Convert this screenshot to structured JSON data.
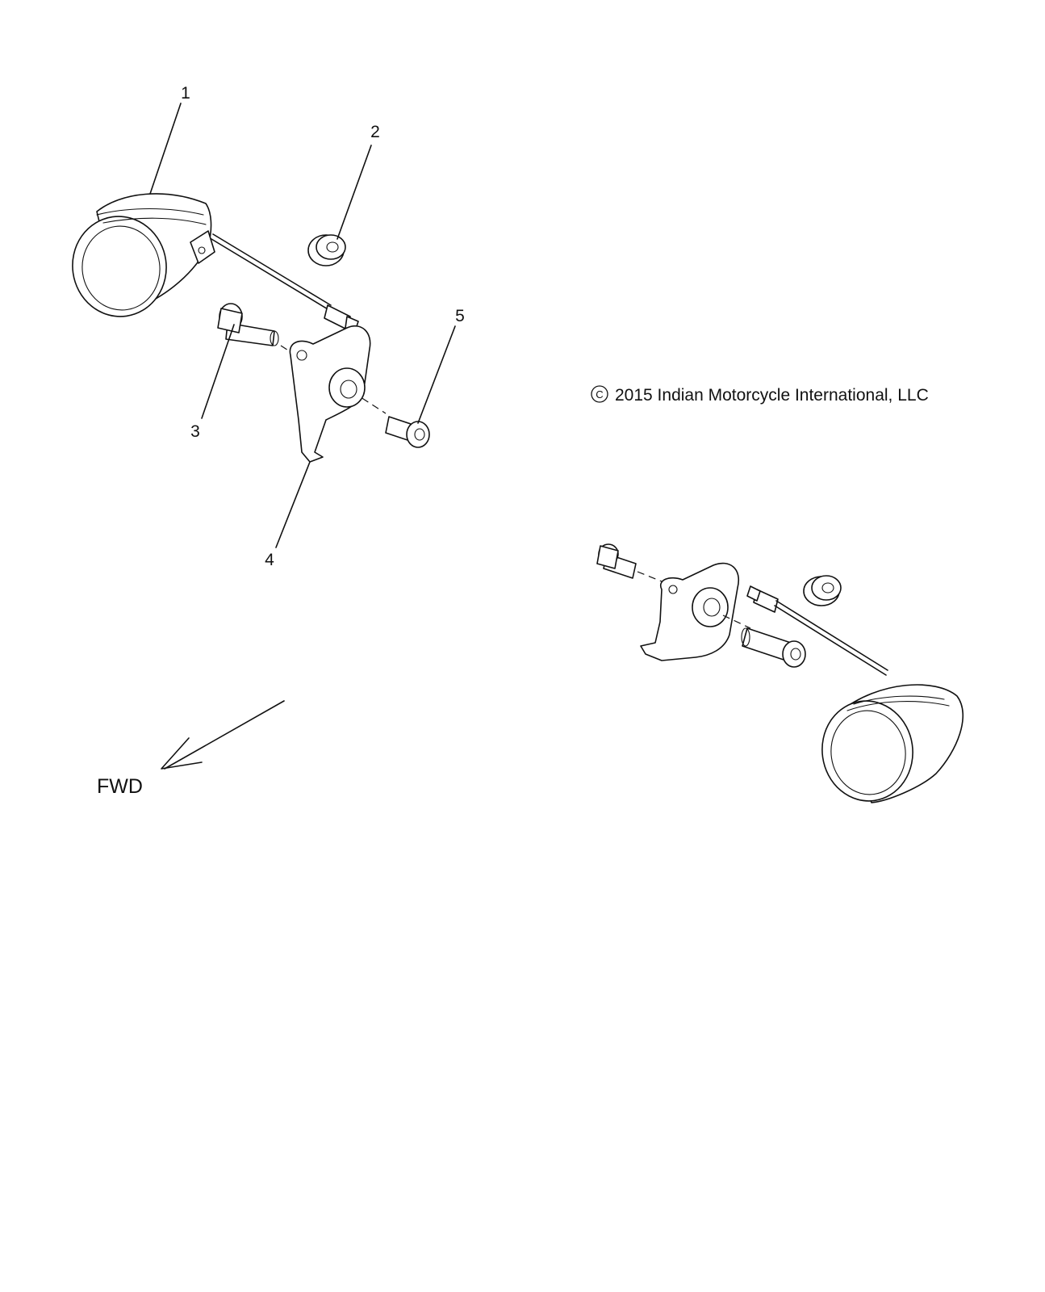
{
  "callouts": [
    {
      "id": "1",
      "label": "1"
    },
    {
      "id": "2",
      "label": "2"
    },
    {
      "id": "3",
      "label": "3"
    },
    {
      "id": "4",
      "label": "4"
    },
    {
      "id": "5",
      "label": "5"
    }
  ],
  "direction_label": "FWD",
  "copyright": "2015 Indian Motorcycle International, LLC",
  "copyright_symbol": "C"
}
